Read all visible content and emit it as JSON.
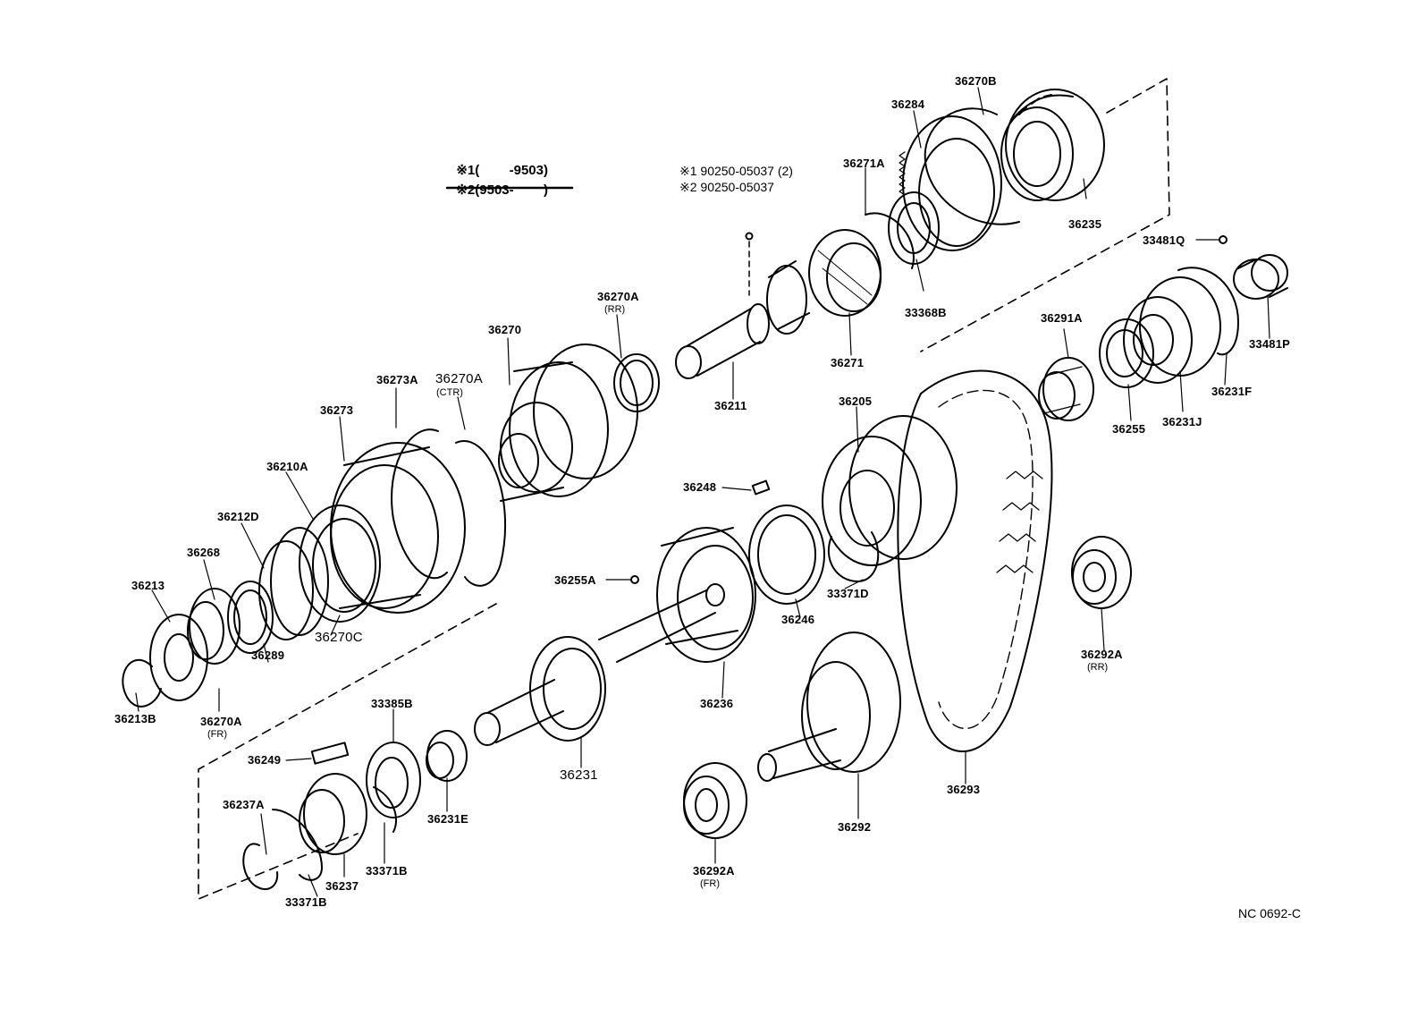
{
  "legend": {
    "line1_mark": "※1",
    "line1_text": "(        -9503)",
    "line2_mark": "※2",
    "line2_text": "(9503-        )"
  },
  "bolt_note": {
    "line1": "※1  90250-05037 (2)",
    "line2": "※2  90250-05037"
  },
  "drawing_code": "NC  0692-C",
  "parts": {
    "p36270B": "36270B",
    "p36284": "36284",
    "p36271A": "36271A",
    "p36235": "36235",
    "p33481Q": "33481Q",
    "p33368B": "33368B",
    "p36271": "36271",
    "p36211": "36211",
    "p36270A_rr": "36270A",
    "p36270A_rr_sub": "(RR)",
    "p36270": "36270",
    "p36273A": "36273A",
    "p36270A_ctr": "36270A",
    "p36270A_ctr_sub": "(CTR)",
    "p36273": "36273",
    "p36210A": "36210A",
    "p36212D": "36212D",
    "p36268": "36268",
    "p36213": "36213",
    "p36289": "36289",
    "p36270C": "36270C",
    "p36270A_fr": "36270A",
    "p36270A_fr_sub": "(FR)",
    "p36213B": "36213B",
    "p36291A": "36291A",
    "p36255": "36255",
    "p36231J": "36231J",
    "p36231F": "36231F",
    "p33481P": "33481P",
    "p36205": "36205",
    "p36248": "36248",
    "p36255A": "36255A",
    "p33371D": "33371D",
    "p36246": "36246",
    "p36236": "36236",
    "p36231": "36231",
    "p33385B": "33385B",
    "p36249": "36249",
    "p36231E": "36231E",
    "p36237A": "36237A",
    "p36237": "36237",
    "p33371B_a": "33371B",
    "p33371B_b": "33371B",
    "p36292A_rr": "36292A",
    "p36292A_rr_sub": "(RR)",
    "p36292": "36292",
    "p36293": "36293",
    "p36292A_fr": "36292A",
    "p36292A_fr_sub": "(FR)"
  }
}
